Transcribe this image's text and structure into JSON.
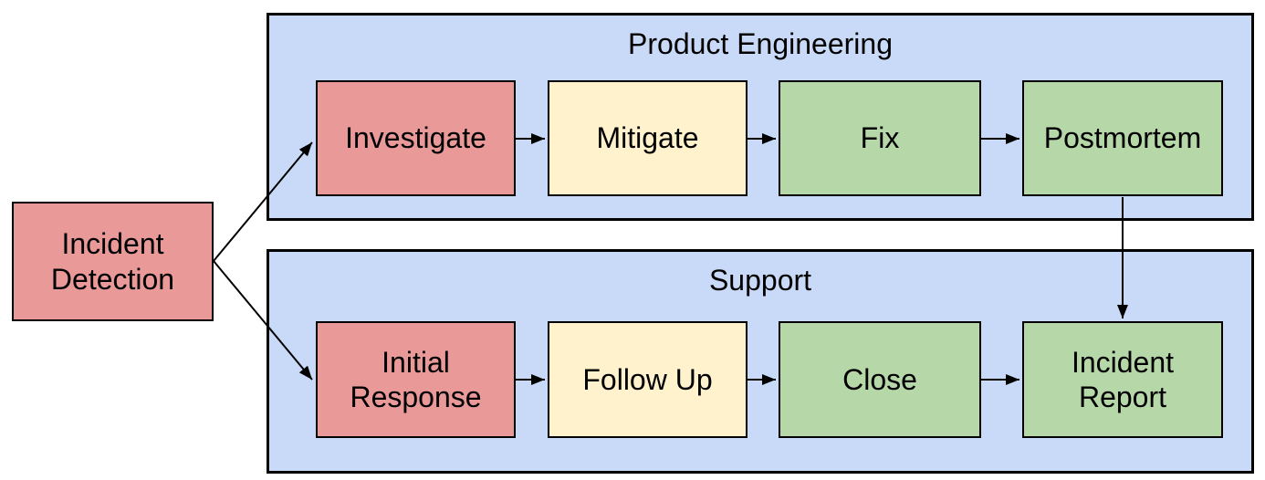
{
  "diagram_type": "flowchart",
  "colors": {
    "node_red": "#EA9999",
    "node_yellow": "#FFF2CC",
    "node_green": "#B6D7A8",
    "lane_blue": "#C9DAF8",
    "border": "#000000",
    "background": "#FFFFFF"
  },
  "start_node": {
    "label": "Incident Detection",
    "color": "red"
  },
  "lanes": [
    {
      "title": "Product Engineering",
      "nodes": [
        {
          "label": "Investigate",
          "color": "red"
        },
        {
          "label": "Mitigate",
          "color": "yellow"
        },
        {
          "label": "Fix",
          "color": "green"
        },
        {
          "label": "Postmortem",
          "color": "green"
        }
      ]
    },
    {
      "title": "Support",
      "nodes": [
        {
          "label": "Initial Response",
          "color": "red"
        },
        {
          "label": "Follow Up",
          "color": "yellow"
        },
        {
          "label": "Close",
          "color": "green"
        },
        {
          "label": "Incident Report",
          "color": "green"
        }
      ]
    }
  ],
  "edges": [
    {
      "from": "Incident Detection",
      "to": "Investigate"
    },
    {
      "from": "Incident Detection",
      "to": "Initial Response"
    },
    {
      "from": "Investigate",
      "to": "Mitigate"
    },
    {
      "from": "Mitigate",
      "to": "Fix"
    },
    {
      "from": "Fix",
      "to": "Postmortem"
    },
    {
      "from": "Postmortem",
      "to": "Incident Report"
    },
    {
      "from": "Initial Response",
      "to": "Follow Up"
    },
    {
      "from": "Follow Up",
      "to": "Close"
    },
    {
      "from": "Close",
      "to": "Incident Report"
    }
  ]
}
